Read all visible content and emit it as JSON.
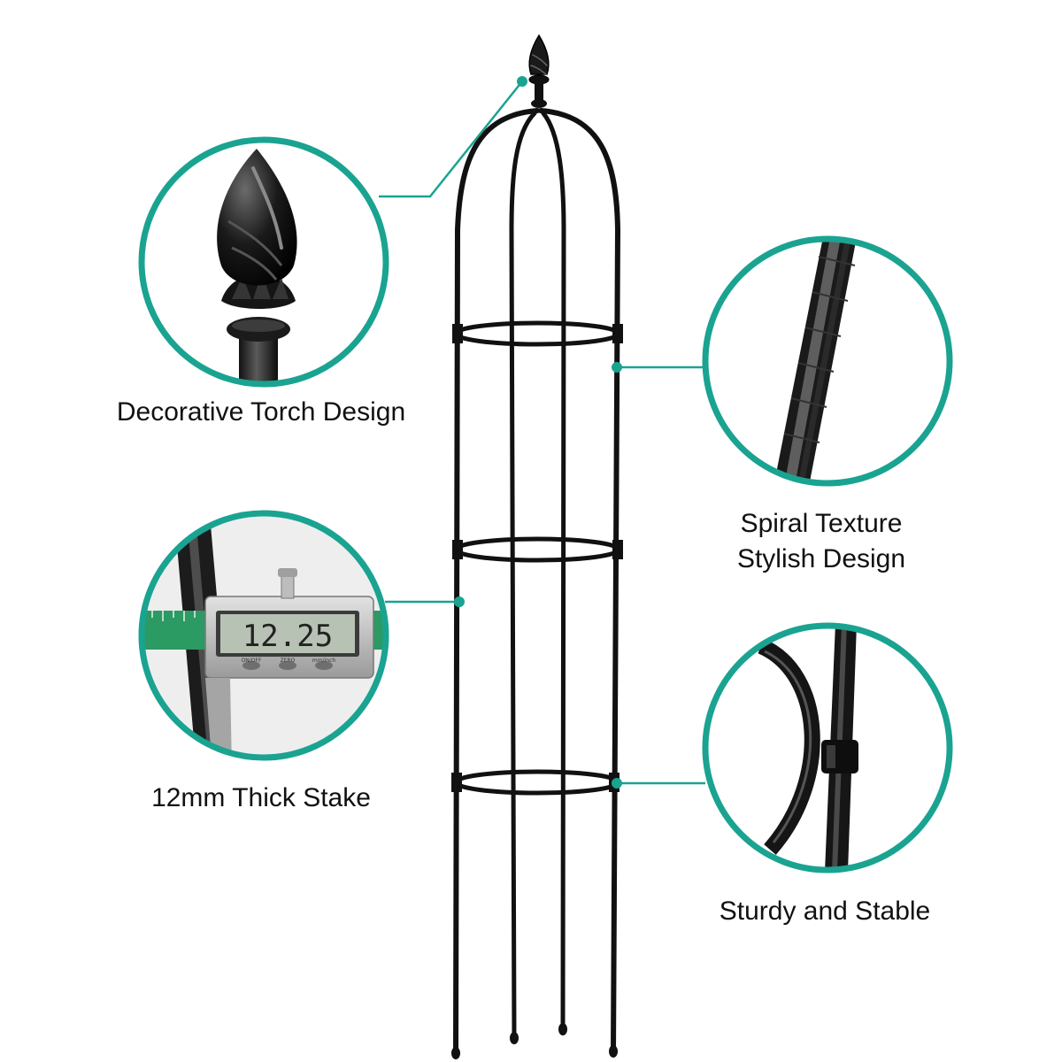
{
  "accent_color": "#1aa391",
  "frame_color": "#111111",
  "callouts": {
    "torch": {
      "label": "Decorative Torch Design"
    },
    "spiral": {
      "line1": "Spiral Texture",
      "line2": "Stylish Design"
    },
    "thick": {
      "label": "12mm Thick Stake"
    },
    "sturdy": {
      "label": "Sturdy and Stable"
    }
  },
  "caliper": {
    "reading": "12.25",
    "buttons": [
      "ON/OFF",
      "ZERO",
      "mm/inch"
    ]
  }
}
